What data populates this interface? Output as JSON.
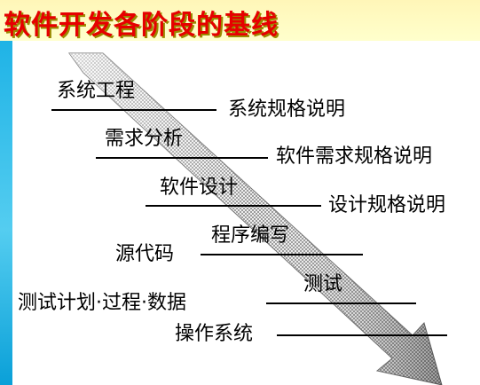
{
  "title": "软件开发各阶段的基线",
  "colors": {
    "title": "#e60000",
    "title_shadow": "#9a8a00",
    "background": "#ffffcc",
    "accent_strip": "#1fb3e6",
    "arrow_fill": "#c8c8c8",
    "line": "#000000"
  },
  "diagram": {
    "stages": [
      "系统工程",
      "需求分析",
      "软件设计",
      "程序编写",
      "测试"
    ],
    "baselines": [
      "系统规格说明",
      "软件需求规格说明",
      "设计规格说明",
      "源代码",
      "测试计划·过程·数据",
      "操作系统"
    ]
  }
}
